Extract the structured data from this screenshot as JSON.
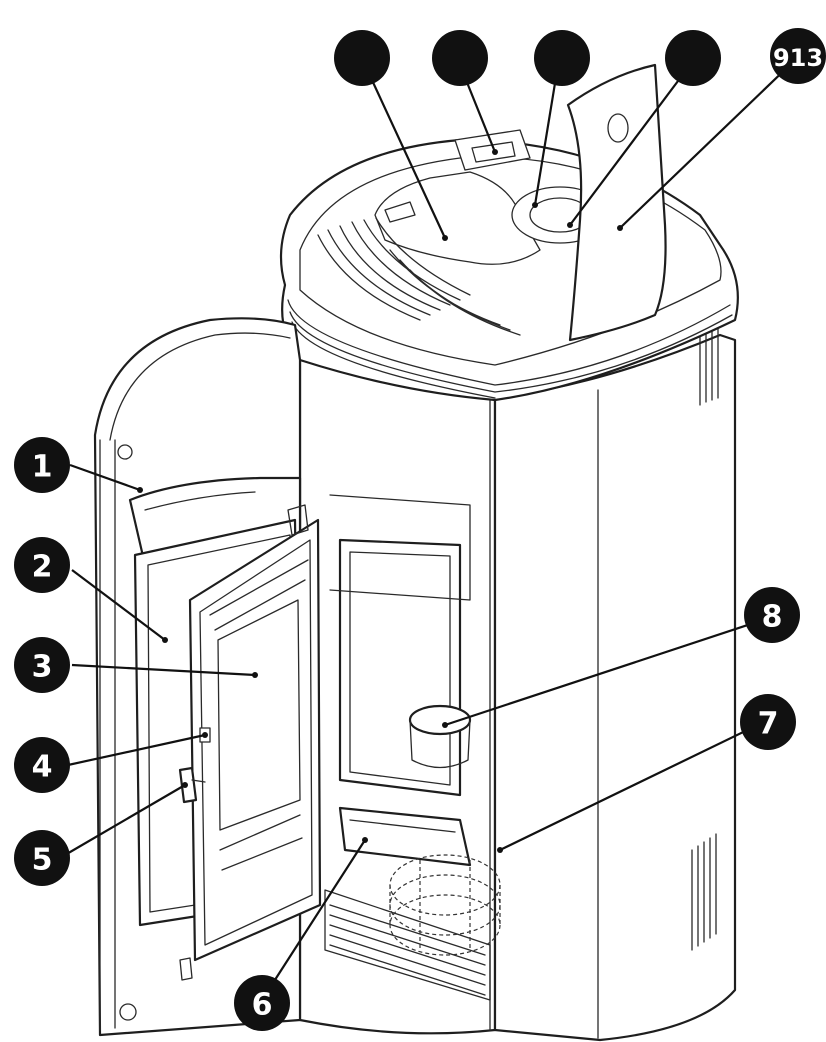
{
  "callouts": [
    {
      "id": "1",
      "label": "1",
      "target": "inner-door-panel"
    },
    {
      "id": "2",
      "label": "2",
      "target": "inner-door-frame"
    },
    {
      "id": "3",
      "label": "3",
      "target": "firebox-door-glass"
    },
    {
      "id": "4",
      "label": "4",
      "target": "door-hinge"
    },
    {
      "id": "5",
      "label": "5",
      "target": "door-handle"
    },
    {
      "id": "6",
      "label": "6",
      "target": "ash-pan"
    },
    {
      "id": "7",
      "label": "7",
      "target": "combustion-fan"
    },
    {
      "id": "8",
      "label": "8",
      "target": "burn-pot"
    },
    {
      "id": "9",
      "label": "",
      "target": "top-grille-cover"
    },
    {
      "id": "10",
      "label": "",
      "target": "control-panel"
    },
    {
      "id": "11",
      "label": "",
      "target": "pellet-hopper-lid-ring"
    },
    {
      "id": "12",
      "label": "",
      "target": "hopper-opening"
    },
    {
      "id": "13",
      "label": "913",
      "target": "hopper-lid"
    }
  ]
}
